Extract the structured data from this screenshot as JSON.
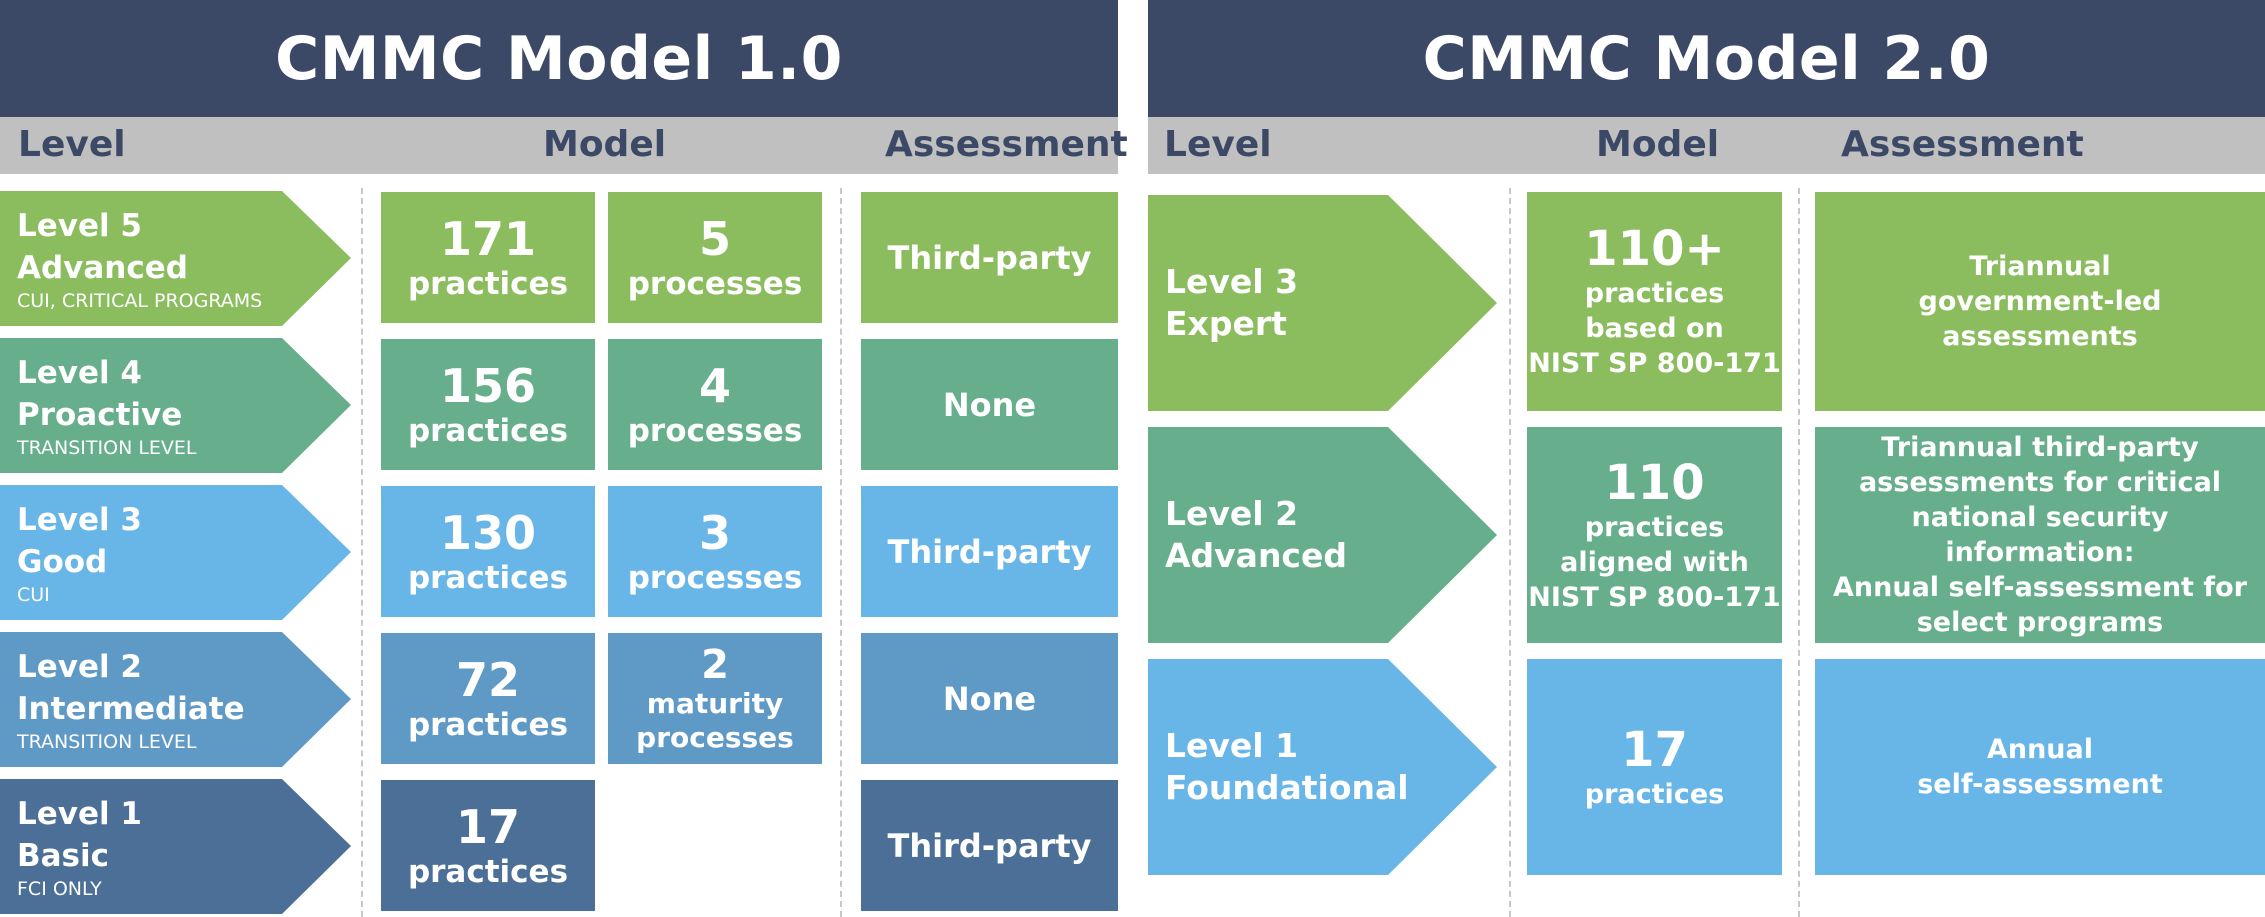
{
  "colors": {
    "title_bar": "#3c4966",
    "header_bar": "#c0c0c0",
    "level5": "#8bbd5f",
    "level4": "#67ae8c",
    "level3": "#68b5e8",
    "level2": "#5f99c6",
    "level1": "#4b6f96"
  },
  "model1": {
    "title": "CMMC Model 1.0",
    "headers": {
      "level": "Level",
      "model": "Model",
      "assessment": "Assessment"
    },
    "levels": [
      {
        "level": "Level 5",
        "name": "Advanced",
        "sub": "CUI, CRITICAL PROGRAMS",
        "practices_num": "171",
        "practices_word": "practices",
        "processes_num": "5",
        "processes_word": "processes",
        "assessment": "Third-party"
      },
      {
        "level": "Level 4",
        "name": "Proactive",
        "sub": "TRANSITION LEVEL",
        "practices_num": "156",
        "practices_word": "practices",
        "processes_num": "4",
        "processes_word": "processes",
        "assessment": "None"
      },
      {
        "level": "Level 3",
        "name": "Good",
        "sub": "CUI",
        "practices_num": "130",
        "practices_word": "practices",
        "processes_num": "3",
        "processes_word": "processes",
        "assessment": "Third-party"
      },
      {
        "level": "Level 2",
        "name": "Intermediate",
        "sub": "TRANSITION LEVEL",
        "practices_num": "72",
        "practices_word": "practices",
        "processes_num": "2",
        "processes_word1": "maturity",
        "processes_word2": "processes",
        "assessment": "None"
      },
      {
        "level": "Level 1",
        "name": "Basic",
        "sub": "FCI ONLY",
        "practices_num": "17",
        "practices_word": "practices",
        "assessment": "Third-party"
      }
    ]
  },
  "model2": {
    "title": "CMMC Model 2.0",
    "headers": {
      "level": "Level",
      "model": "Model",
      "assessment": "Assessment"
    },
    "levels": [
      {
        "level": "Level 3",
        "name": "Expert",
        "model_num": "110+",
        "model_desc": "practices\nbased on\nNIST SP 800-171",
        "assessment": "Triannual\ngovernment-led\nassessments"
      },
      {
        "level": "Level 2",
        "name": "Advanced",
        "model_num": "110",
        "model_desc": "practices\naligned with\nNIST SP 800-171",
        "assessment": "Triannual third-party\nassessments for critical\nnational security information:\nAnnual self-assessment for\nselect programs"
      },
      {
        "level": "Level 1",
        "name": "Foundational",
        "model_num": "17",
        "model_desc": "practices",
        "assessment": "Annual\nself-assessment"
      }
    ]
  }
}
